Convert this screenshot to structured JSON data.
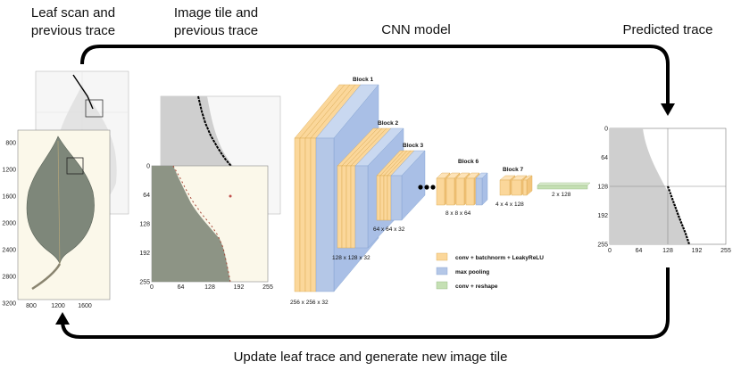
{
  "headings": {
    "leaf_scan": [
      "Leaf scan and",
      "previous trace"
    ],
    "image_tile": [
      "Image tile and",
      "previous trace"
    ],
    "cnn_model": "CNN model",
    "predicted_trace": "Predicted trace",
    "update": "Update leaf trace and generate new image tile"
  },
  "leaf_scan_axes": {
    "y_ticks": [
      "800",
      "1200",
      "1600",
      "2000",
      "2400",
      "2800",
      "3200"
    ],
    "x_ticks": [
      "800",
      "1200",
      "1600"
    ]
  },
  "tile_axes": {
    "y_ticks": [
      "0",
      "64",
      "128",
      "192",
      "255"
    ],
    "x_ticks": [
      "0",
      "64",
      "128",
      "192",
      "255"
    ]
  },
  "predicted_axes": {
    "y_ticks": [
      "0",
      "64",
      "128",
      "192",
      "255"
    ],
    "x_ticks": [
      "0",
      "64",
      "128",
      "192",
      "255"
    ]
  },
  "blocks": {
    "block1": "Block 1",
    "block2": "Block 2",
    "block3": "Block 3",
    "block6": "Block 6",
    "block7": "Block 7"
  },
  "dims": {
    "d1": "256 x 256 x 32",
    "d2": "128 x 128 x 32",
    "d3": "64 x 64 x 32",
    "d6": "8 x 8 x 64",
    "d7": "4 x 4 x 128",
    "d8": "2 x 128"
  },
  "legend": [
    {
      "label": "conv + batchnorm + LeakyReLU",
      "color": "#fbd79a"
    },
    {
      "label": "max pooling",
      "color": "#b4c7e7"
    },
    {
      "label": "conv + reshape",
      "color": "#c5e0b4"
    }
  ],
  "colors": {
    "conv": "#fbd79a",
    "pool": "#b4c7e7",
    "reshape": "#c5e0b4",
    "trace": "#000000"
  }
}
